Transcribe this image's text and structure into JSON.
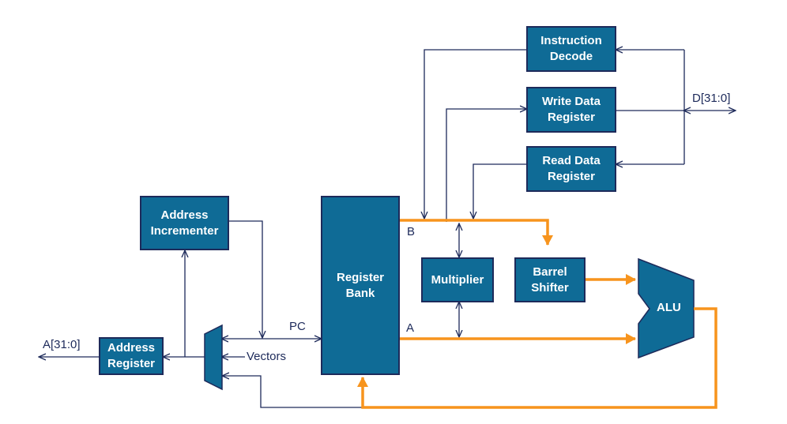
{
  "blocks": {
    "instruction_decode": [
      "Instruction",
      "Decode"
    ],
    "write_data_register": [
      "Write Data",
      "Register"
    ],
    "read_data_register": [
      "Read Data",
      "Register"
    ],
    "address_incrementer": [
      "Address",
      "Incrementer"
    ],
    "register_bank": [
      "Register",
      "Bank"
    ],
    "multiplier": [
      "Multiplier"
    ],
    "barrel_shifter": [
      "Barrel",
      "Shifter"
    ],
    "address_register": [
      "Address",
      "Register"
    ],
    "alu": "ALU"
  },
  "signals": {
    "data_bus": "D[31:0]",
    "address_bus": "A[31:0]",
    "pc": "PC",
    "vectors": "Vectors",
    "bus_b": "B",
    "bus_a": "A"
  },
  "colors": {
    "block_fill": "#0f6b96",
    "block_border": "#1d2a5a",
    "wire": "#1d2a5a",
    "main_bus": "#f7941d"
  }
}
